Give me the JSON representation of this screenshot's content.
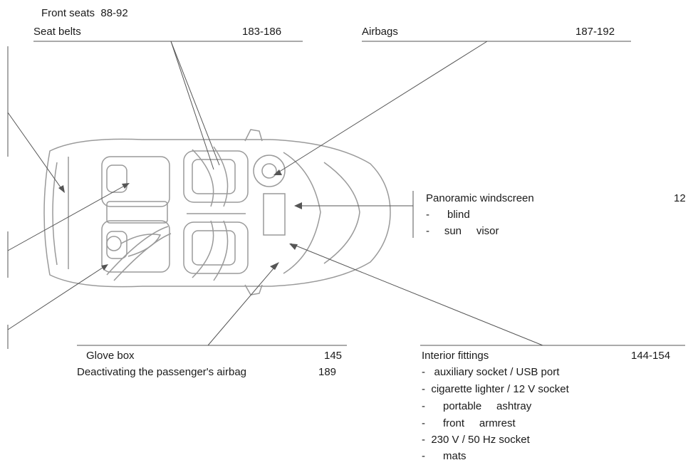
{
  "callouts": {
    "front_seats": {
      "label": "Front seats",
      "pages": "88-92"
    },
    "seat_belts": {
      "label": "Seat belts",
      "pages": "183-186"
    },
    "airbags": {
      "label": "Airbags",
      "pages": "187-192"
    },
    "windscreen": {
      "label": "Panoramic windscreen",
      "pages": "12",
      "items": [
        "-      blind",
        "-     sun     visor"
      ]
    },
    "glove_box": {
      "label": "Glove box",
      "pages": "145"
    },
    "deactivating_airbag": {
      "label": "Deactivating the passenger's airbag",
      "pages": "189"
    },
    "interior_fittings": {
      "label": "Interior fittings",
      "pages": "144-154",
      "items": [
        "-   auxiliary socket / USB port",
        "-  cigarette lighter / 12 V socket",
        "-      portable     ashtray",
        "-      front     armrest",
        "-  230 V / 50 Hz socket",
        "-      mats"
      ]
    }
  }
}
